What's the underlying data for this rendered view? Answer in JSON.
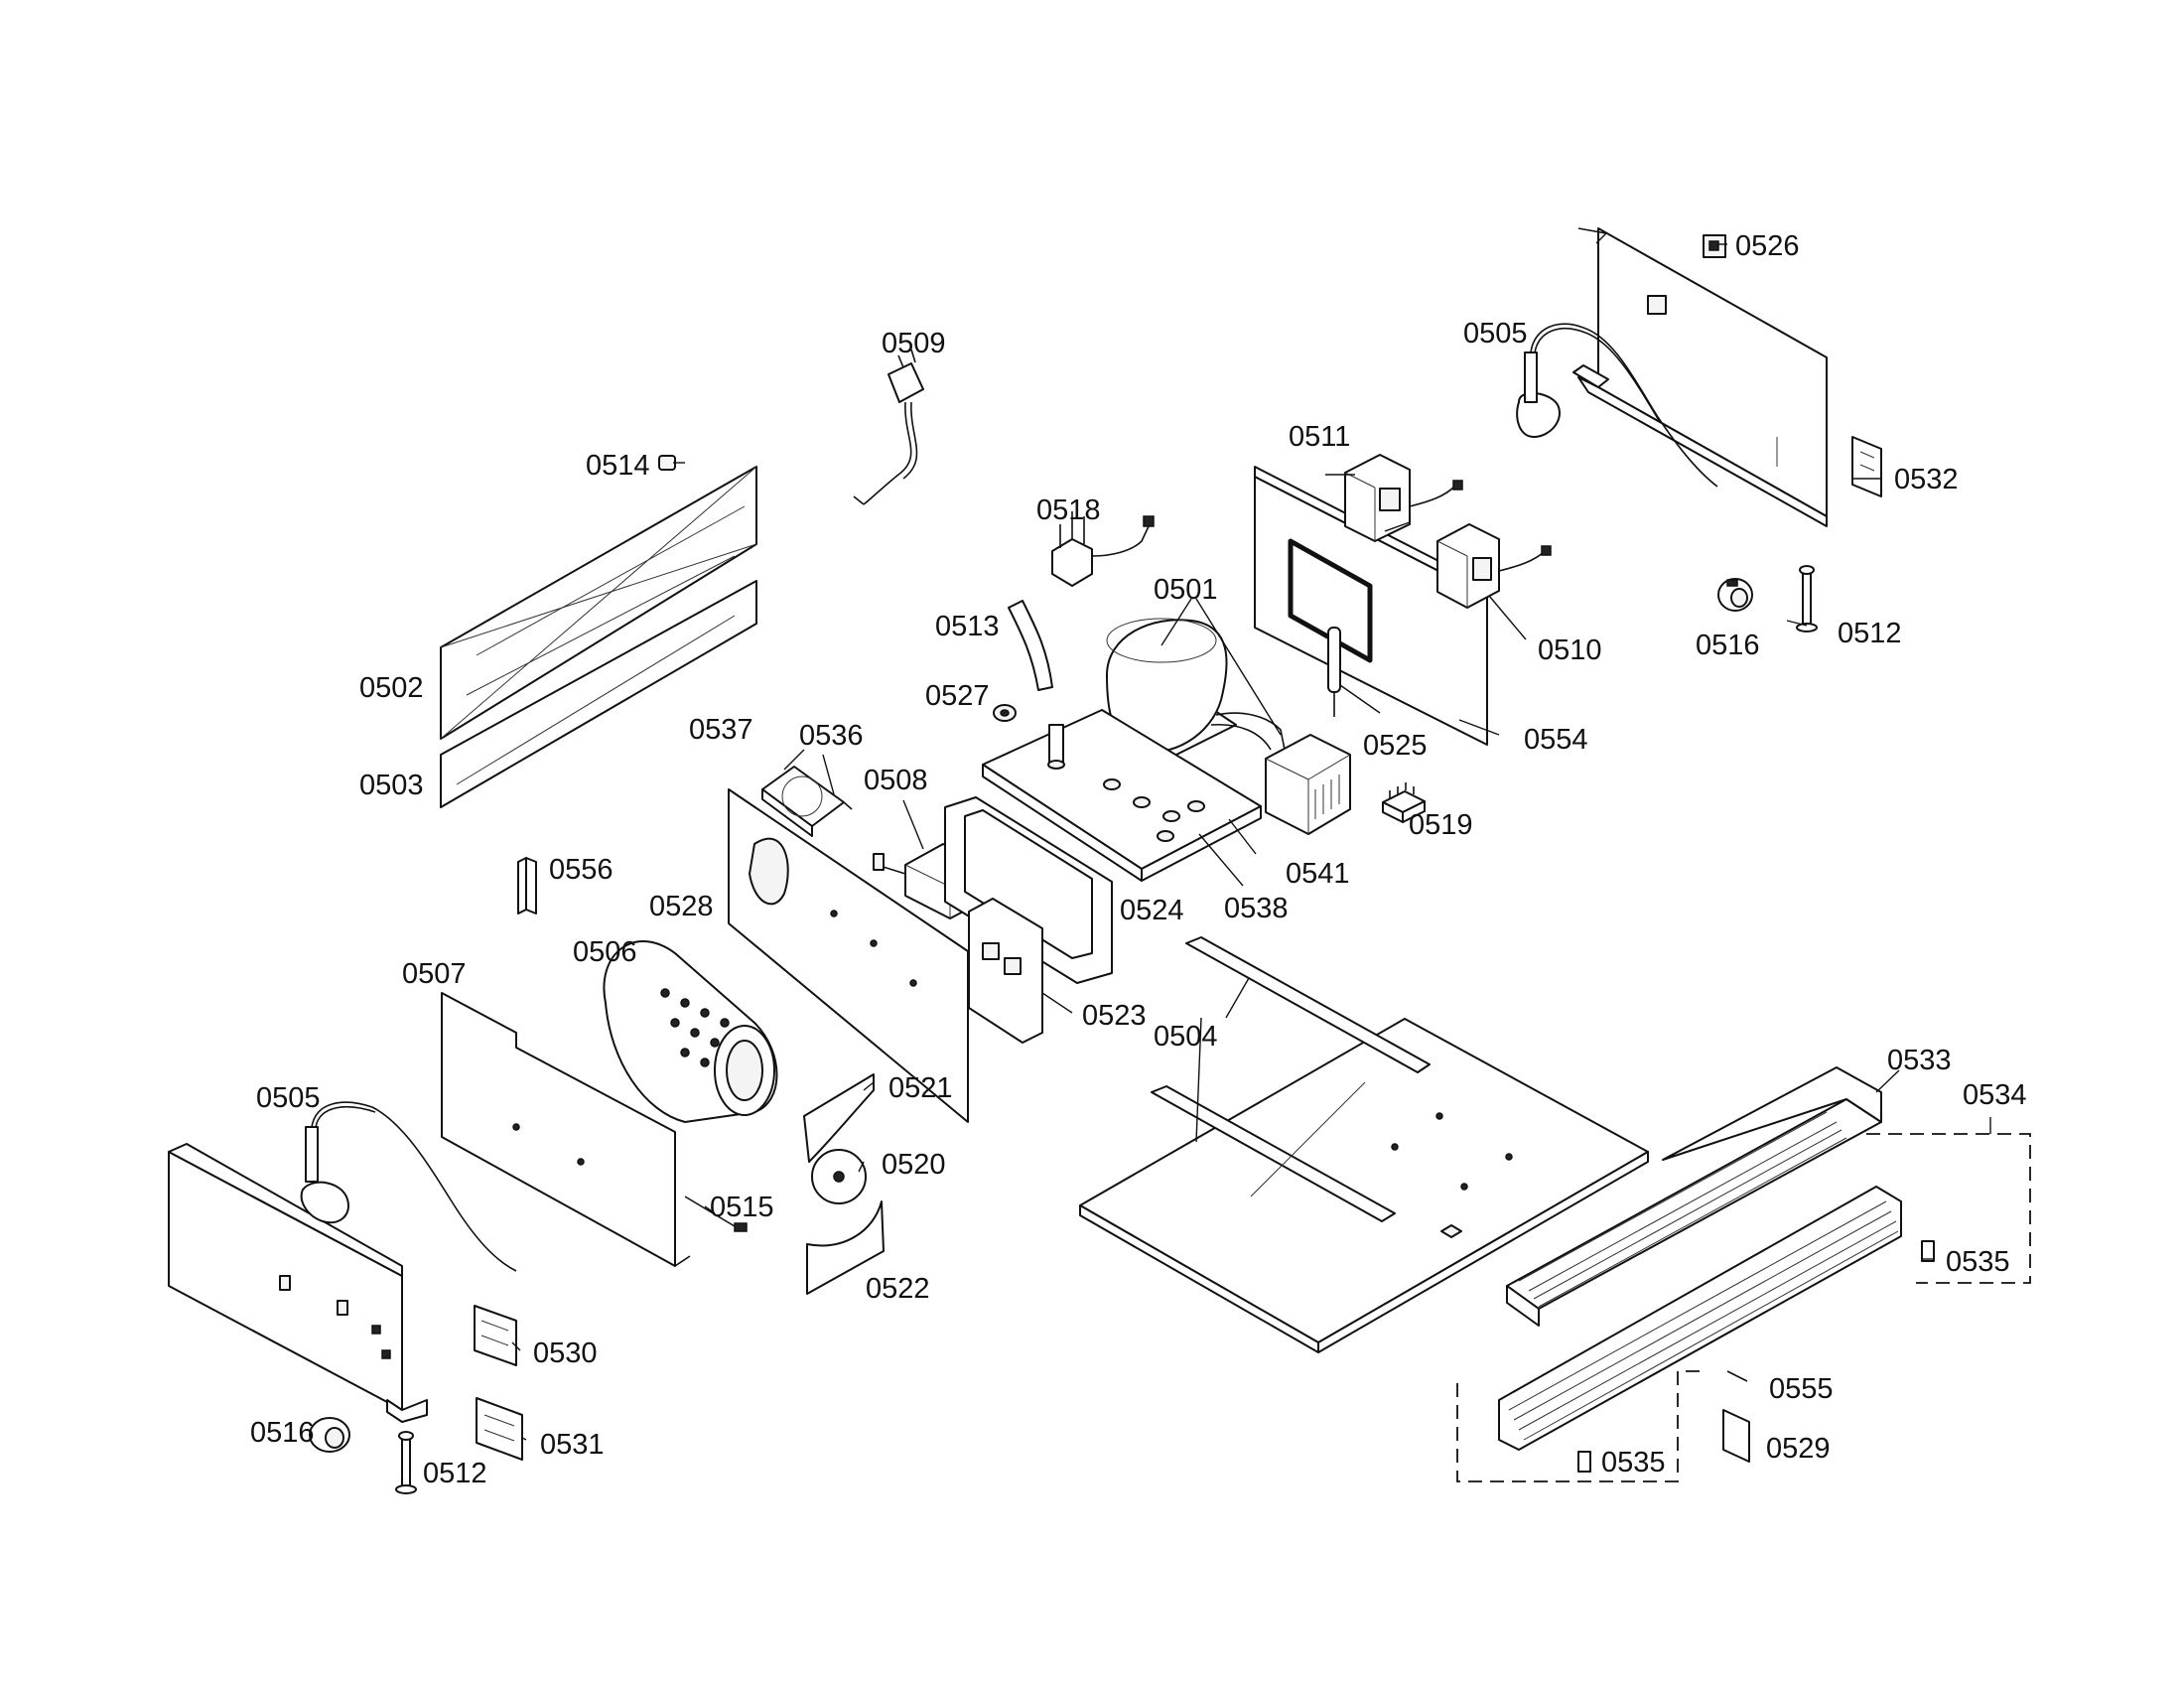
{
  "labels": {
    "p0501": "0501",
    "p0502": "0502",
    "p0503": "0503",
    "p0504": "0504",
    "p0505a": "0505",
    "p0505b": "0505",
    "p0506": "0506",
    "p0507": "0507",
    "p0508": "0508",
    "p0509": "0509",
    "p0510": "0510",
    "p0511": "0511",
    "p0512a": "0512",
    "p0512b": "0512",
    "p0513": "0513",
    "p0514": "0514",
    "p0515": "0515",
    "p0516a": "0516",
    "p0516b": "0516",
    "p0518": "0518",
    "p0519": "0519",
    "p0520": "0520",
    "p0521": "0521",
    "p0522": "0522",
    "p0523": "0523",
    "p0524": "0524",
    "p0525": "0525",
    "p0526": "0526",
    "p0527": "0527",
    "p0528": "0528",
    "p0529": "0529",
    "p0530": "0530",
    "p0531": "0531",
    "p0532": "0532",
    "p0533": "0533",
    "p0534": "0534",
    "p0535a": "0535",
    "p0535b": "0535",
    "p0536": "0536",
    "p0537": "0537",
    "p0538": "0538",
    "p0541": "0541",
    "p0554": "0554",
    "p0555": "0555",
    "p0556": "0556"
  }
}
